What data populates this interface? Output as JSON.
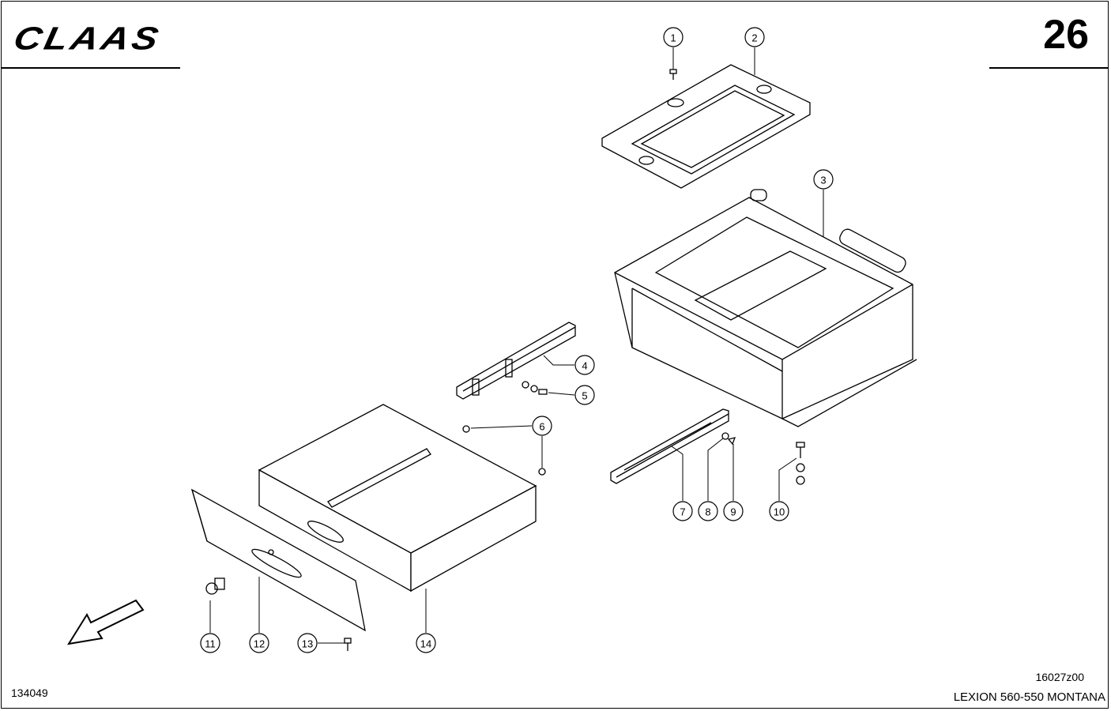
{
  "header": {
    "brand": "CLAAS",
    "page_number": "26"
  },
  "footer": {
    "drawing_id": "134049",
    "reference": "16027z00",
    "model": "LEXION 560-550 MONTANA"
  },
  "callouts": [
    "1",
    "2",
    "3",
    "4",
    "5",
    "6",
    "7",
    "8",
    "9",
    "10",
    "11",
    "12",
    "13",
    "14"
  ]
}
